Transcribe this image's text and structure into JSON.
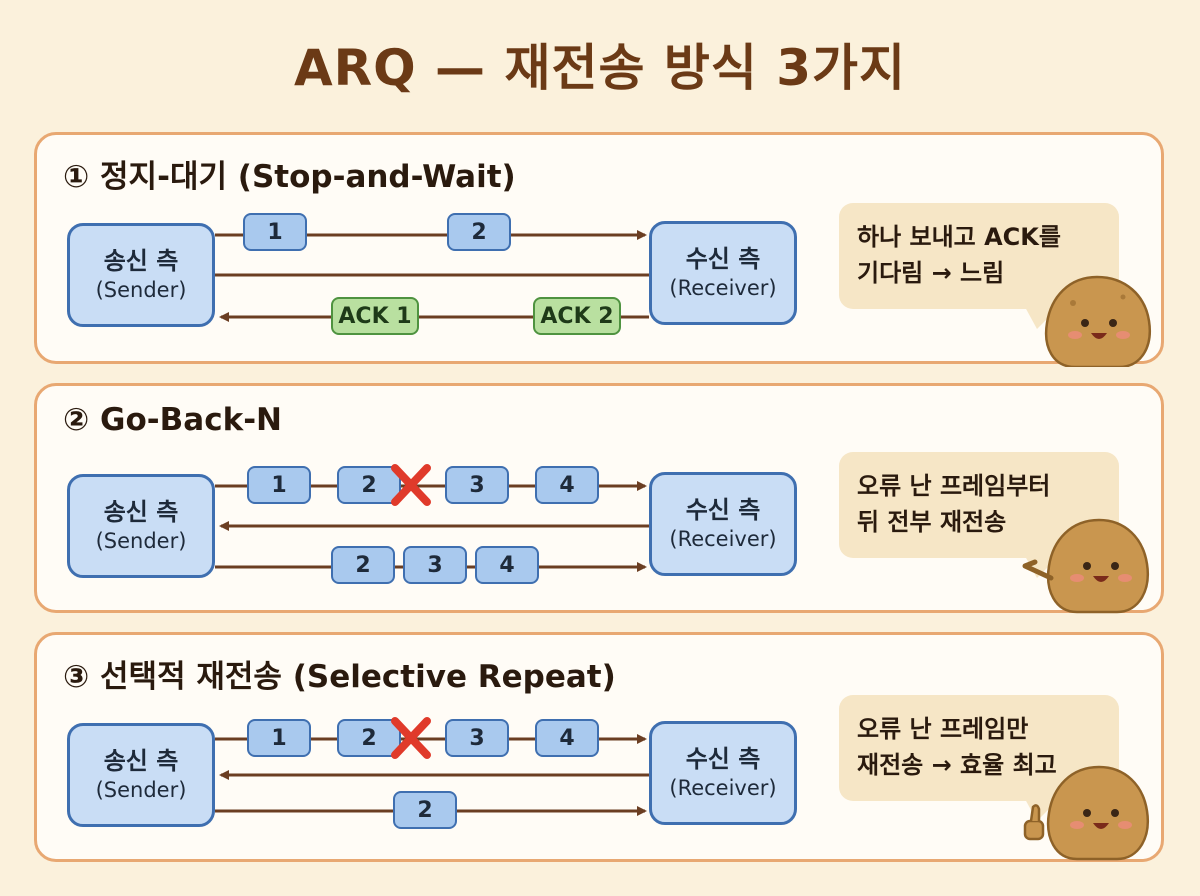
{
  "title": "ARQ — 재전송 방식 3가지",
  "sender": {
    "name": "송신 측",
    "en": "(Sender)"
  },
  "receiver": {
    "name": "수신 측",
    "en": "(Receiver)"
  },
  "panels": [
    {
      "title": "① 정지-대기 (Stop-and-Wait)",
      "bubble": [
        "하나 보내고 ACK를",
        "기다림 → 느림"
      ],
      "frames": [
        "1",
        "2"
      ],
      "acks": [
        "ACK 1",
        "ACK 2"
      ]
    },
    {
      "title": "② Go-Back-N",
      "bubble": [
        "오류 난 프레임부터",
        "뒤 전부 재전송"
      ],
      "frames": [
        "1",
        "2",
        "3",
        "4"
      ],
      "retransmit": [
        "2",
        "3",
        "4"
      ],
      "error_frame": "2"
    },
    {
      "title": "③ 선택적 재전송 (Selective Repeat)",
      "bubble": [
        "오류 난 프레임만",
        "재전송 → 효율 최고"
      ],
      "frames": [
        "1",
        "2",
        "3",
        "4"
      ],
      "retransmit": [
        "2"
      ],
      "error_frame": "2"
    }
  ],
  "colors": {
    "title": "#6b3a16",
    "panel_border": "#e8a872",
    "node_fill": "#c9ddf5",
    "node_border": "#3f6fb0",
    "ack_fill": "#b9e0a0",
    "error_x": "#e03a2a",
    "arrow": "#6b3e22"
  },
  "icons": [
    "potato-mascot-icon",
    "error-x-icon"
  ]
}
